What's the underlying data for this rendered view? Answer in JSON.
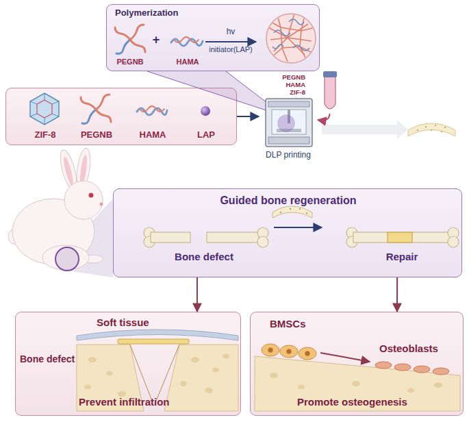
{
  "diagram": {
    "nodes": [
      {
        "text": [
          "Polymerization"
        ]
      },
      {
        "text": [
          "ZIF-8",
          "PEGNB",
          "HAMA",
          "LAP"
        ]
      },
      {
        "text": [
          "DLP printing"
        ]
      },
      {
        "text": [
          "PEGNB HAMA ZIF-8"
        ]
      },
      {
        "text": [
          "Guided bone regeneration"
        ]
      },
      {
        "text": [
          "Soft tissue",
          "Bone defect",
          "Prevent infiltration"
        ]
      },
      {
        "text": [
          "BMSCs",
          "Osteoblasts",
          "Promote osteogenesis"
        ]
      }
    ],
    "edges": [
      {
        "from": 1,
        "to": 2,
        "arrow": "to"
      },
      {
        "from": 3,
        "to": 2,
        "arrow": "to"
      },
      {
        "from": 4,
        "to": 5,
        "arrow": "to"
      },
      {
        "from": 4,
        "to": 6,
        "arrow": "to"
      }
    ],
    "labels": [
      "PEGNB",
      "+",
      "HAMA",
      "hv",
      "initiator(LAP)",
      "Bone defect",
      "Repair"
    ]
  }
}
